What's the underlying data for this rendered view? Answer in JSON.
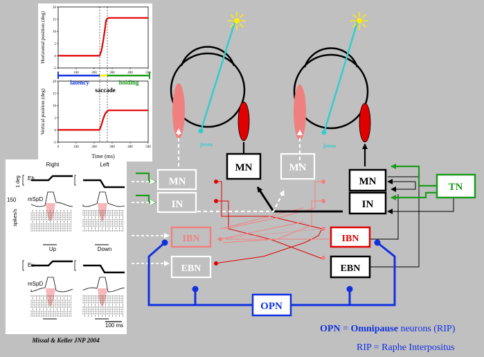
{
  "graph_panel": {
    "ylabel_top": "Horizontal position (deg)",
    "ylabel_bottom": "Vertical position (deg)",
    "xlabel": "Time (ms)",
    "y_ticks": [
      "20",
      "15",
      "10",
      "5",
      "0",
      "-5"
    ],
    "x_ticks": [
      "0",
      "100",
      "200",
      "300",
      "400",
      "500"
    ],
    "phase_latency": "latency",
    "phase_saccade": "saccade",
    "phase_holding": "holding"
  },
  "recording_panel": {
    "right": "Right",
    "left": "Left",
    "up": "Up",
    "down": "Down",
    "eh": "Eh",
    "ev": "Ev",
    "mspd": "mSpD",
    "deg_scale": "1 deg",
    "rate_value": "150",
    "rate_unit": "spikes/s",
    "time_scale": "100 ms",
    "citation": "Missal & Keller JNP 2004"
  },
  "eyes": {
    "fovea_left": "fovea",
    "fovea_right": "fovea"
  },
  "neurons": {
    "mn_left": "MN",
    "in_left": "IN",
    "mn_mid_black": "MN",
    "mn_mid_white": "MN",
    "mn_right": "MN",
    "in_right": "IN",
    "tn": "TN",
    "ibn_left": "IBN",
    "ibn_right": "IBN",
    "ebn_left": "EBN",
    "ebn_right": "EBN",
    "opn": "OPN"
  },
  "legend": {
    "opn_abbr": "OPN",
    "eq1": " = ",
    "omnipause": "Omnipause",
    "opn_rest": " neurons (RIP)",
    "rip_line": "RIP = Raphe Interpositus"
  },
  "colors": {
    "background": "#c0c0c0",
    "excitatory_green": "#1a9a1a",
    "opn_blue": "#1030e0",
    "ipsi_red": "#e00000",
    "contra_pink": "#f08080",
    "fovea_cyan": "#33cccc",
    "sun_yellow": "#ffee00"
  },
  "chart_data": [
    {
      "type": "line",
      "panel": "top",
      "ylabel": "Horizontal position (deg)",
      "xlabel": "Time (ms)",
      "xlim": [
        0,
        500
      ],
      "ylim": [
        -5,
        20
      ],
      "series": [
        {
          "x": [
            0,
            100,
            200,
            230,
            240,
            250,
            260,
            265,
            270,
            280,
            300,
            400,
            500
          ],
          "y": [
            0,
            0,
            0,
            0,
            2,
            6,
            11,
            14,
            15,
            15.5,
            15.5,
            15.5,
            15.5
          ]
        }
      ]
    },
    {
      "type": "line",
      "panel": "bottom",
      "ylabel": "Vertical position (deg)",
      "xlabel": "Time (ms)",
      "xlim": [
        0,
        500
      ],
      "ylim": [
        -5,
        20
      ],
      "series": [
        {
          "x": [
            0,
            100,
            200,
            230,
            240,
            250,
            260,
            270,
            280,
            300,
            400,
            500
          ],
          "y": [
            0,
            0,
            0,
            0,
            2,
            4.5,
            6.5,
            7.5,
            8,
            8,
            8,
            8
          ]
        }
      ]
    }
  ]
}
